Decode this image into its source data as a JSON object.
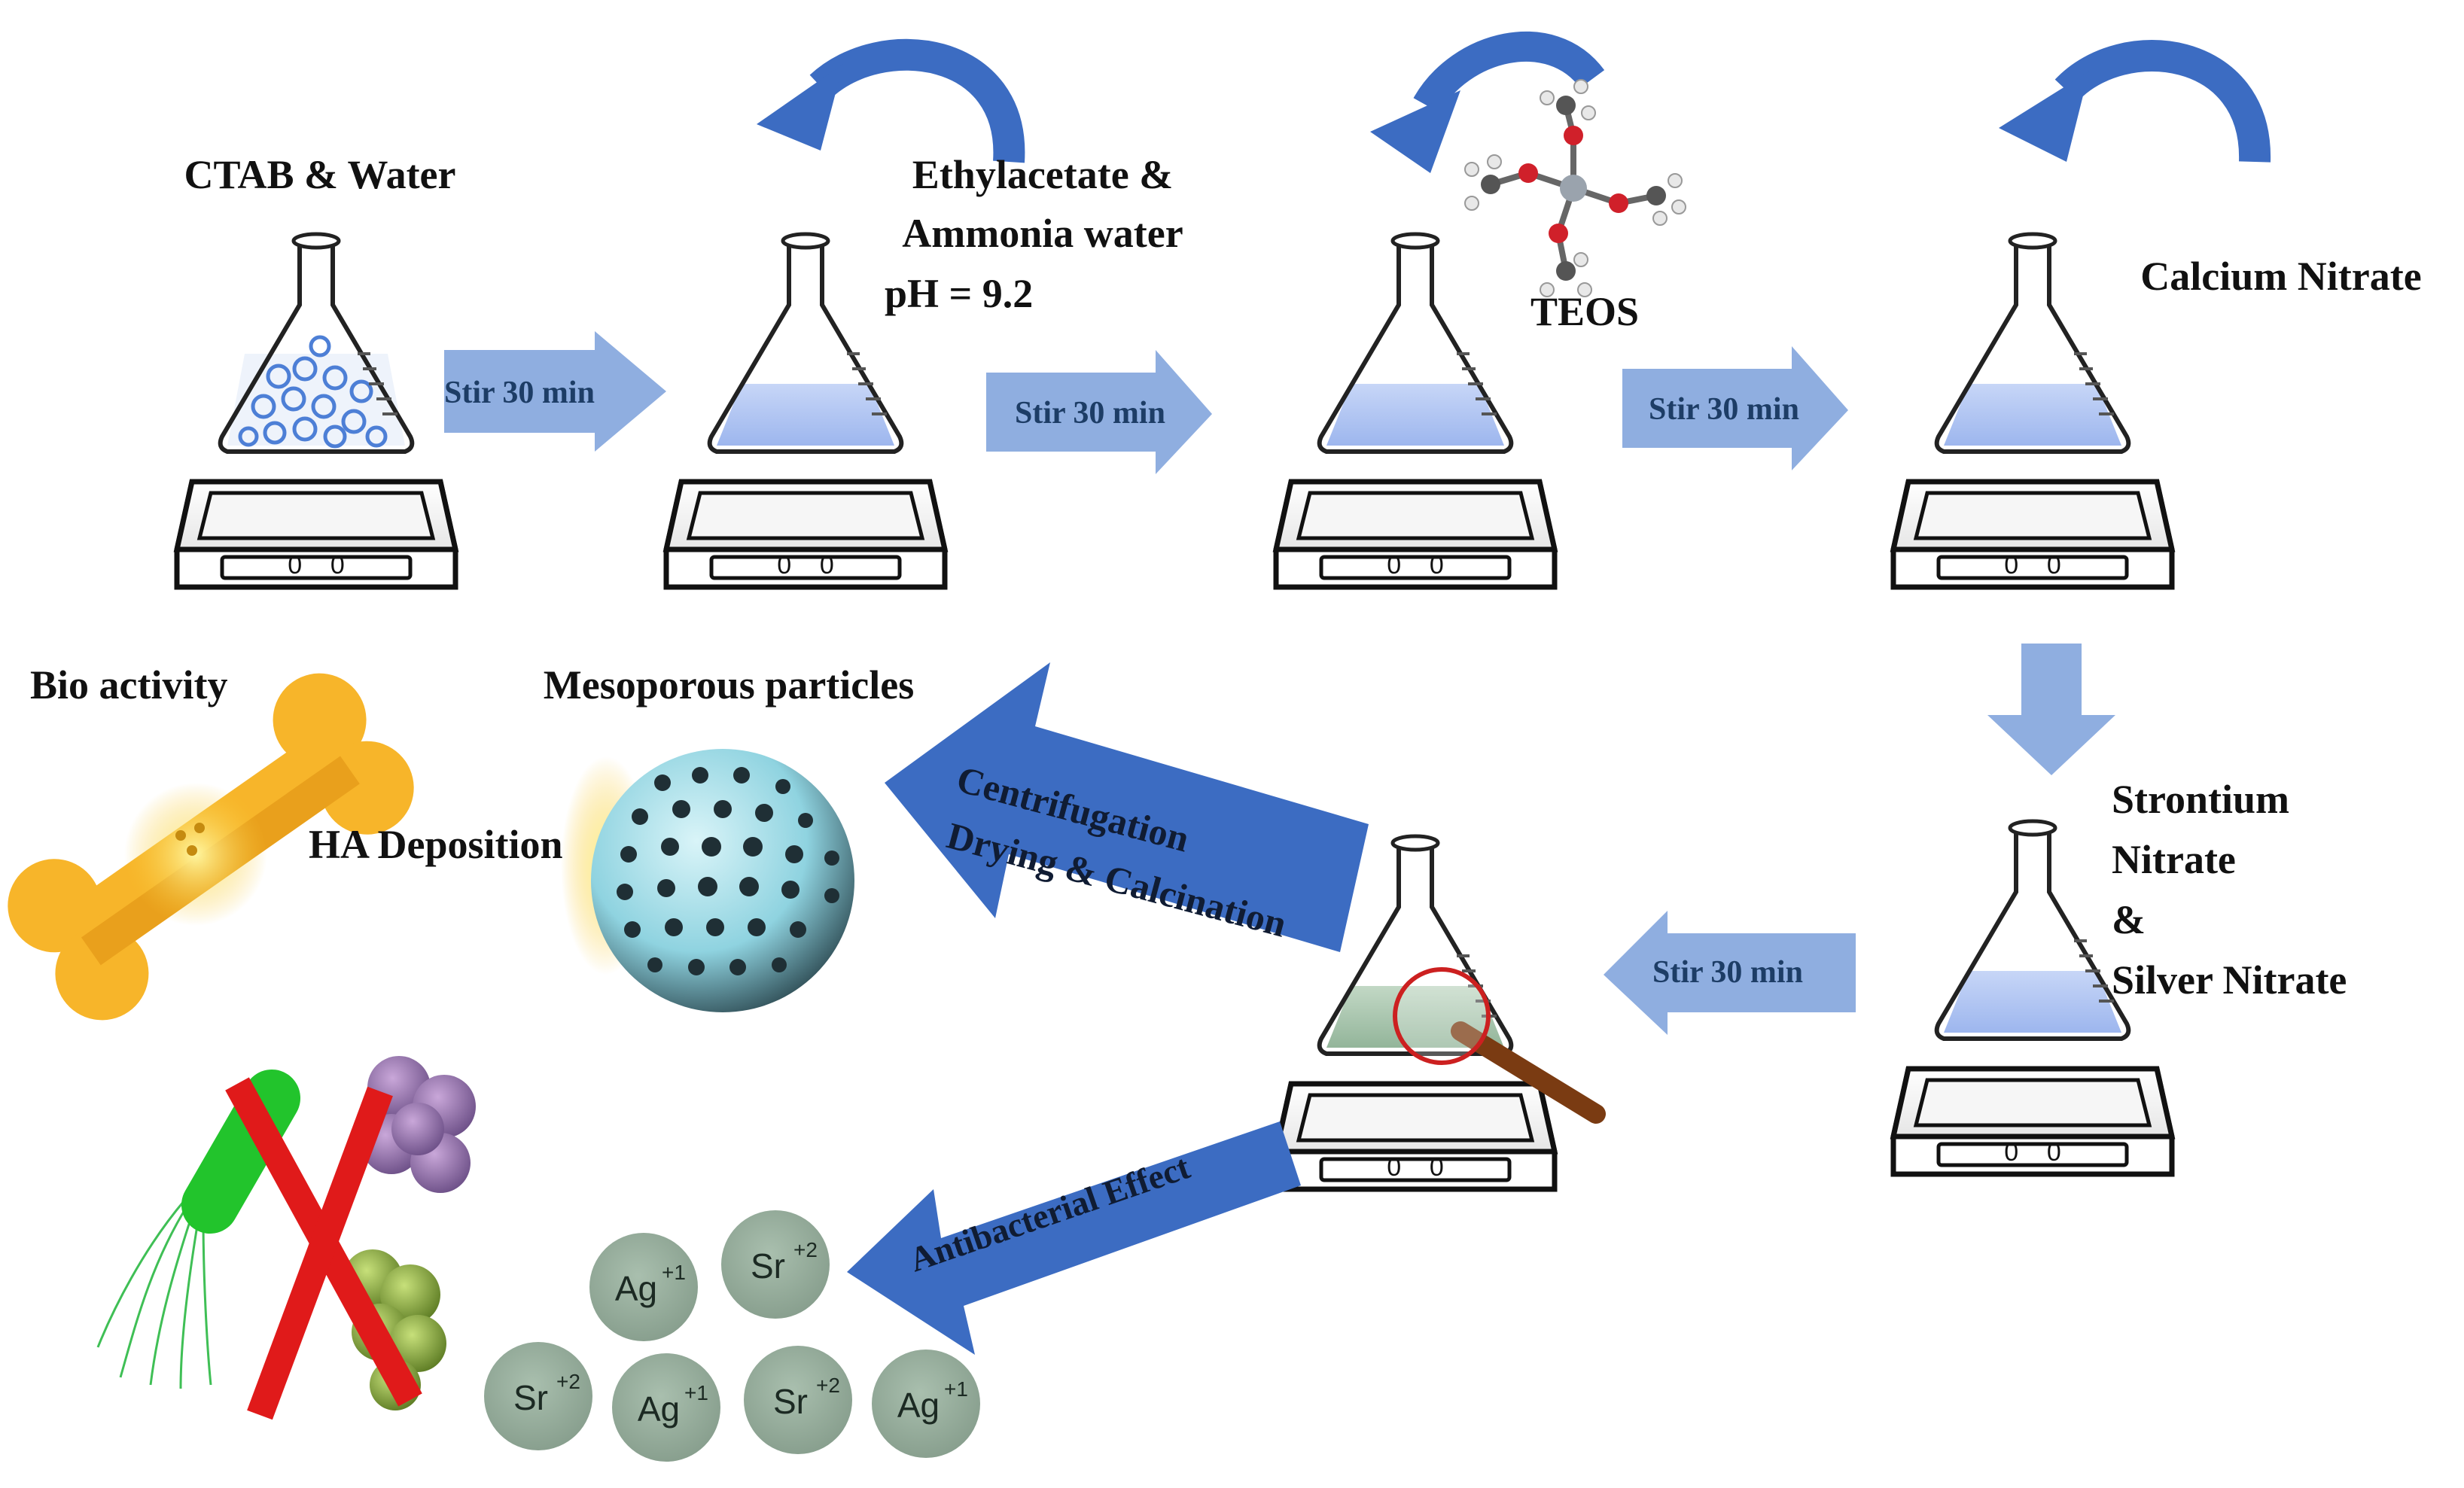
{
  "labels": {
    "ctab": "CTAB & Water",
    "ethyl_1": "Ethylacetate &",
    "ethyl_2": "Ammonia water",
    "ph": "pH = 9.2",
    "teos": "TEOS",
    "calcium": "Calcium Nitrate",
    "strontium_1": "Strontium",
    "strontium_2": "Nitrate",
    "strontium_3": "&",
    "strontium_4": "Silver Nitrate",
    "bio": "Bio activity",
    "mesoporous": "Mesoporous particles",
    "ha": "HA Deposition",
    "centri_1": "Centrifugation",
    "centri_2": "Drying & Calcination",
    "antibacterial": "Antibacterial Effect"
  },
  "stir_labels": [
    "Stir 30 min",
    "Stir 30 min",
    "Stir 30 min",
    "Stir 30 min"
  ],
  "ions": [
    {
      "base": "Ag",
      "charge": "+1"
    },
    {
      "base": "Sr",
      "charge": "+2"
    },
    {
      "base": "Sr",
      "charge": "+2"
    },
    {
      "base": "Ag",
      "charge": "+1"
    },
    {
      "base": "Sr",
      "charge": "+2"
    },
    {
      "base": "Ag",
      "charge": "+1"
    }
  ],
  "hotplate_knobs": "0    0",
  "colors": {
    "arrow_light": "#8faee0",
    "arrow_dark": "#3c6cc2",
    "liquid_blue": "#a7bff0",
    "liquid_green": "#a9c6b0",
    "ion_fill": "#93ab9a",
    "bone": "#f7b52a",
    "sphere": "#8fd7e4"
  }
}
